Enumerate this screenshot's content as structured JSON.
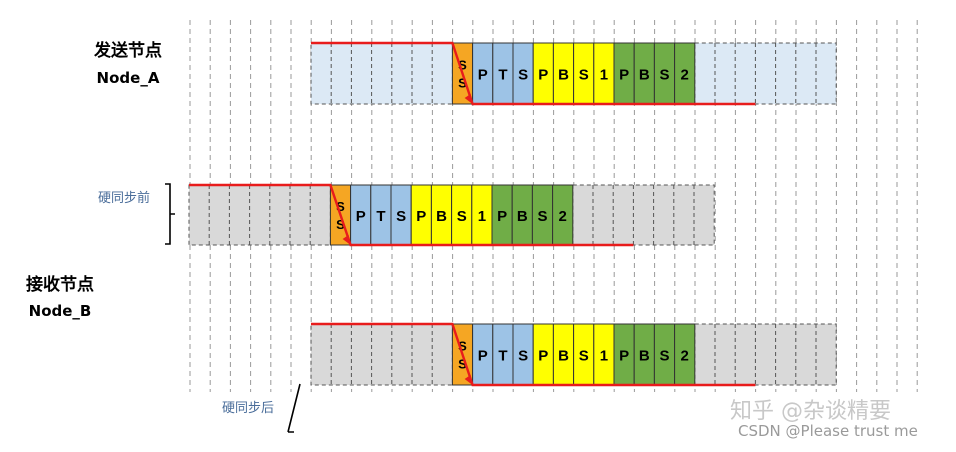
{
  "labels": {
    "node_a_title": "发送节点",
    "node_a_sub": "Node_A",
    "node_b_title": "接收节点",
    "node_b_sub": "Node_B",
    "before_sync": "硬同步前",
    "after_sync": "硬同步后"
  },
  "segments": [
    {
      "key": "ss",
      "letters": [
        "S",
        "S"
      ],
      "color": "#f5a623"
    },
    {
      "key": "pts",
      "letters": [
        "P",
        "T",
        "S"
      ],
      "color": "#9dc3e6"
    },
    {
      "key": "pbs1",
      "letters": [
        "P",
        "B",
        "S",
        "1"
      ],
      "color": "#ffff00"
    },
    {
      "key": "pbs2",
      "letters": [
        "P",
        "B",
        "S",
        "2"
      ],
      "color": "#70ad47"
    }
  ],
  "colors": {
    "idle_blue": "#dce9f5",
    "idle_gray": "#d9d9d9",
    "signal": "#e81c1c",
    "grid": "#9a9a9a"
  },
  "watermarks": {
    "zhihu": "知乎 @杂谈精要",
    "csdn": "CSDN @Please trust me"
  }
}
